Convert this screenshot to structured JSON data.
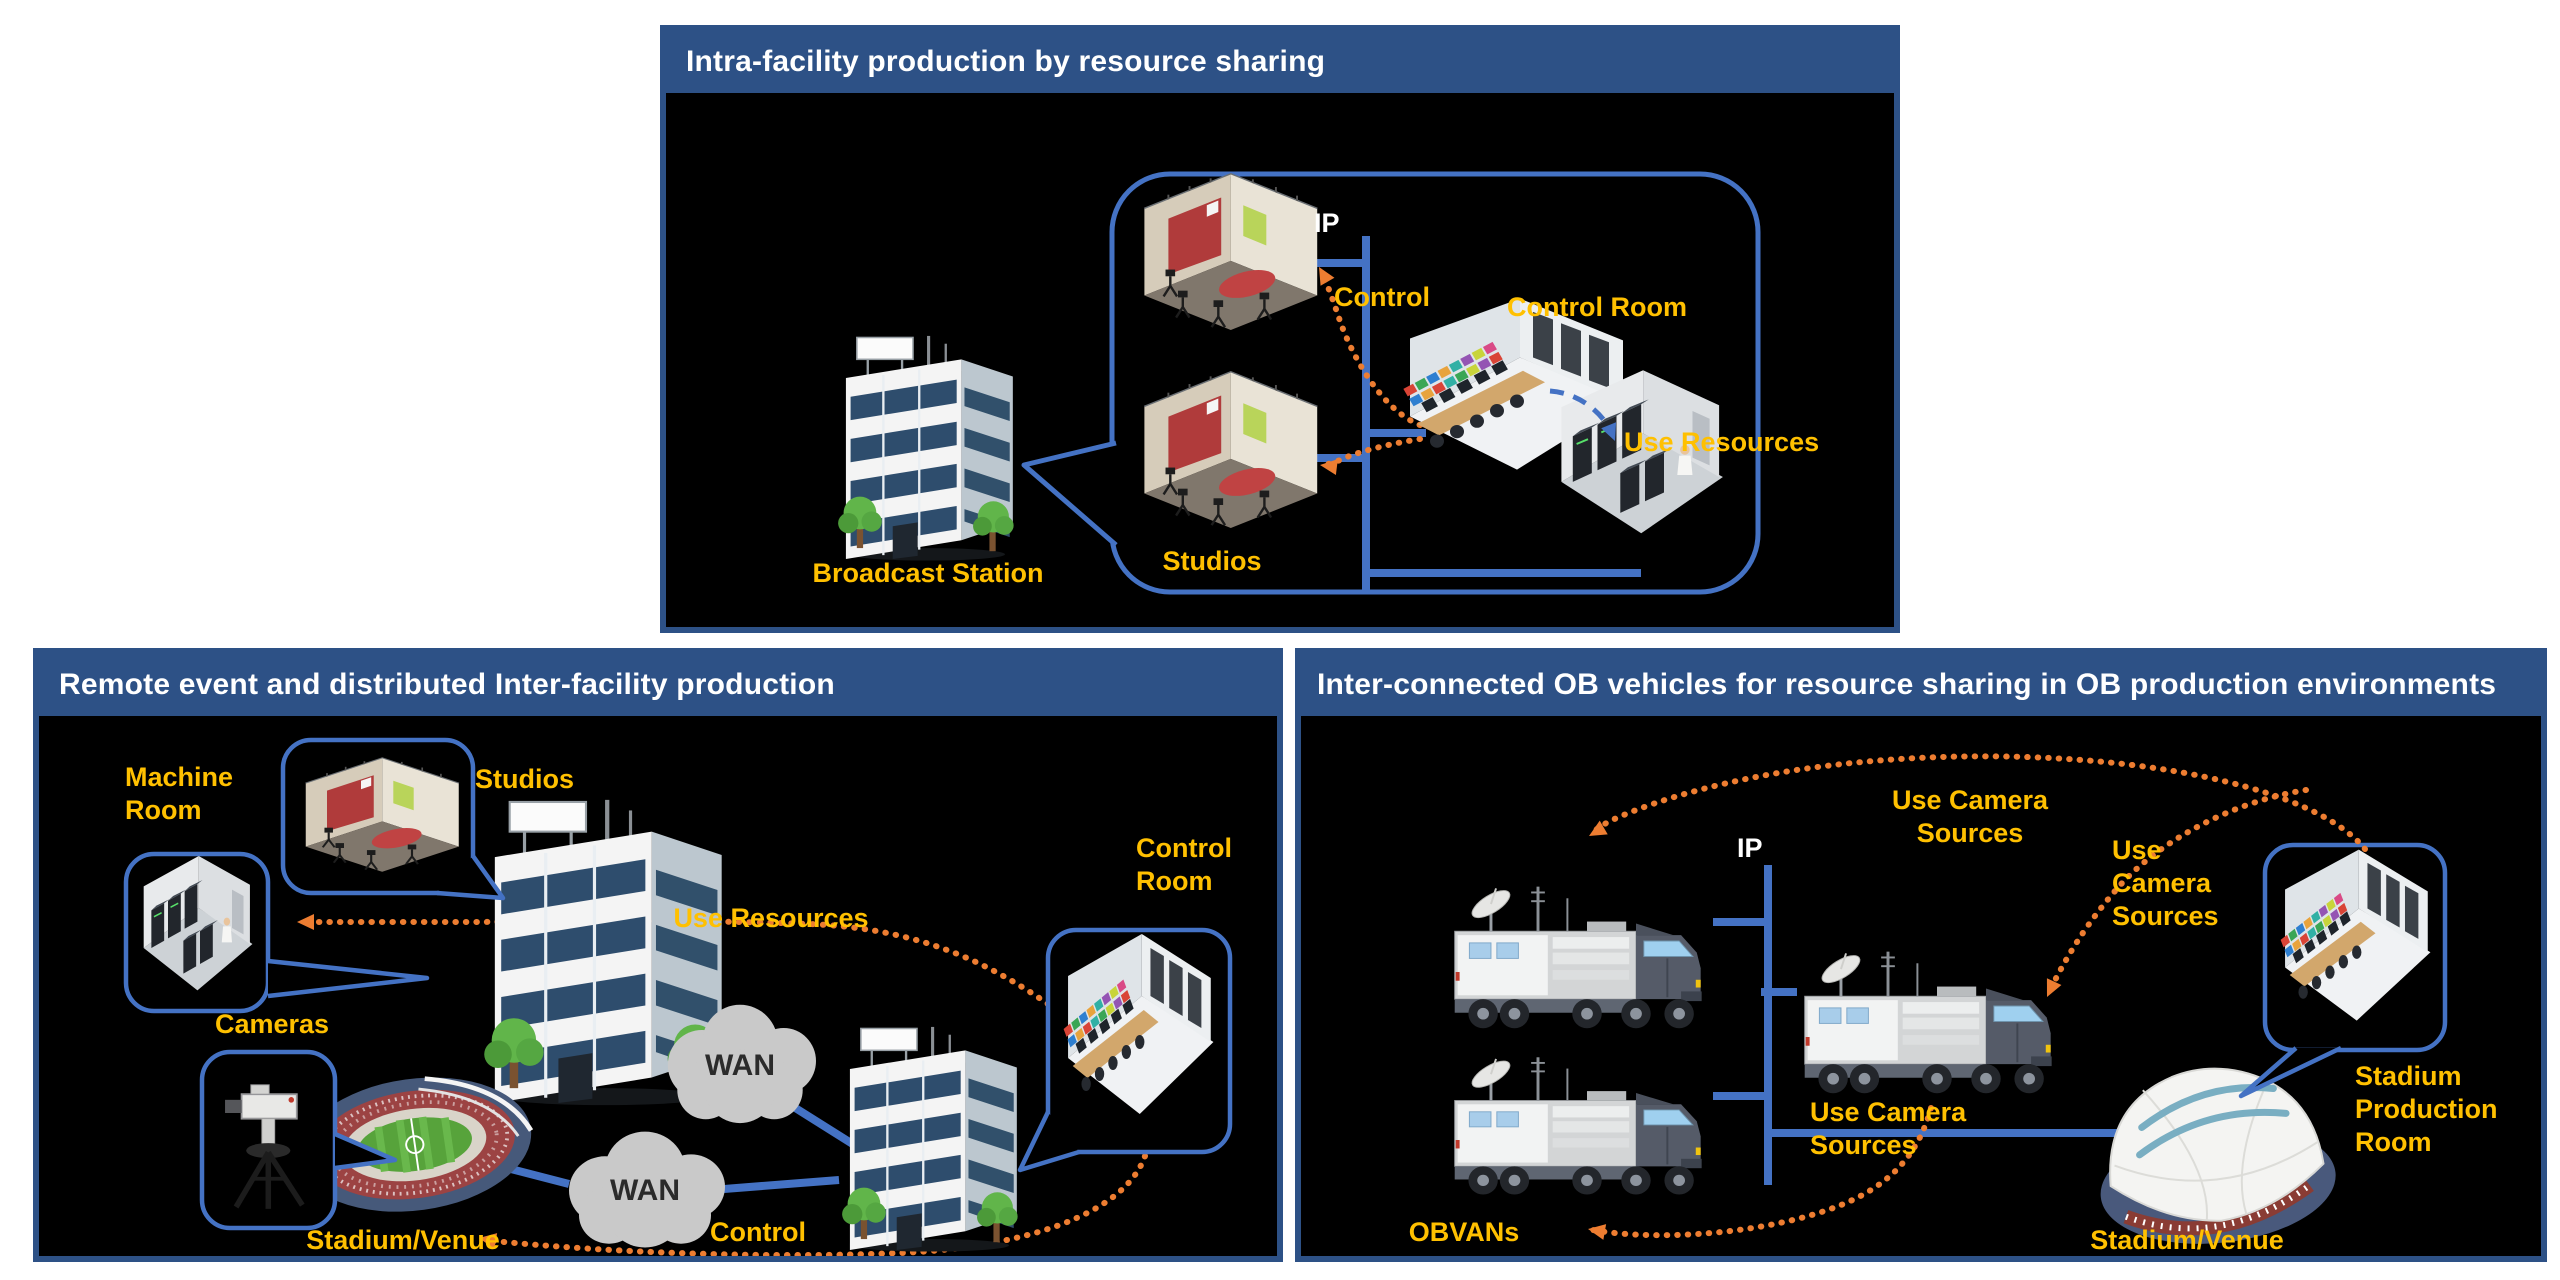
{
  "colors": {
    "header_blue": "#2D5186",
    "connector_blue": "#4472C4",
    "label_yellow": "#FFC000",
    "arrow_orange": "#ED7D31",
    "canvas_black": "#000000",
    "page_white": "#FFFFFF",
    "cloud_gray": "#C9C9C9"
  },
  "panels": [
    {
      "id": "intra-facility",
      "title": "Intra-facility production by resource sharing",
      "labels": {
        "ip": "IP",
        "control": "Control",
        "control_room": "Control Room",
        "use_resources": "Use Resources",
        "studios": "Studios",
        "broadcast_station": "Broadcast Station"
      }
    },
    {
      "id": "remote-inter-facility",
      "title": "Remote event and distributed Inter-facility production",
      "labels": {
        "machine_room": "Machine Room",
        "studios": "Studios",
        "use_resources": "Use Resources",
        "control_room": "Control Room",
        "cameras": "Cameras",
        "wan_top": "WAN",
        "wan_bottom": "WAN",
        "stadium_venue": "Stadium/Venue",
        "control": "Control"
      }
    },
    {
      "id": "ob-vehicles",
      "title": "Inter-connected OB vehicles for resource sharing in OB production environments",
      "labels": {
        "ip": "IP",
        "use_camera_sources_top": "Use Camera Sources",
        "use_camera_sources_right": "Use Camera Sources",
        "use_camera_sources_bottom": "Use Camera Sources",
        "obvans": "OBVANs",
        "stadium_venue": "Stadium/Venue",
        "stadium_production_room": "Stadium Production Room"
      }
    }
  ]
}
